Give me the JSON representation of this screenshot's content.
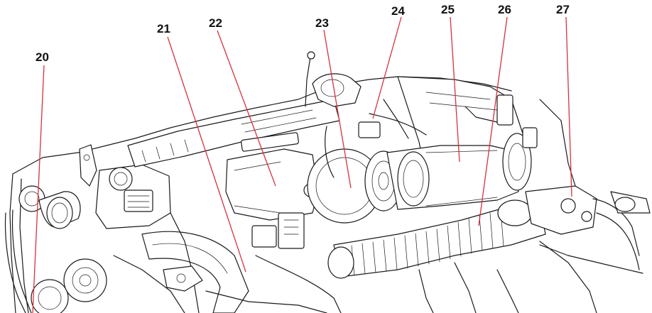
{
  "diagram": {
    "callouts": [
      {
        "id": "c20",
        "label": "20"
      },
      {
        "id": "c21",
        "label": "21"
      },
      {
        "id": "c22",
        "label": "22"
      },
      {
        "id": "c23",
        "label": "23"
      },
      {
        "id": "c24",
        "label": "24"
      },
      {
        "id": "c25",
        "label": "25"
      },
      {
        "id": "c26",
        "label": "26"
      },
      {
        "id": "c27",
        "label": "27"
      }
    ],
    "colors": {
      "line_art": "#1a1a1a",
      "leader_lines": "#d8323c",
      "background": "#ffffff"
    }
  }
}
